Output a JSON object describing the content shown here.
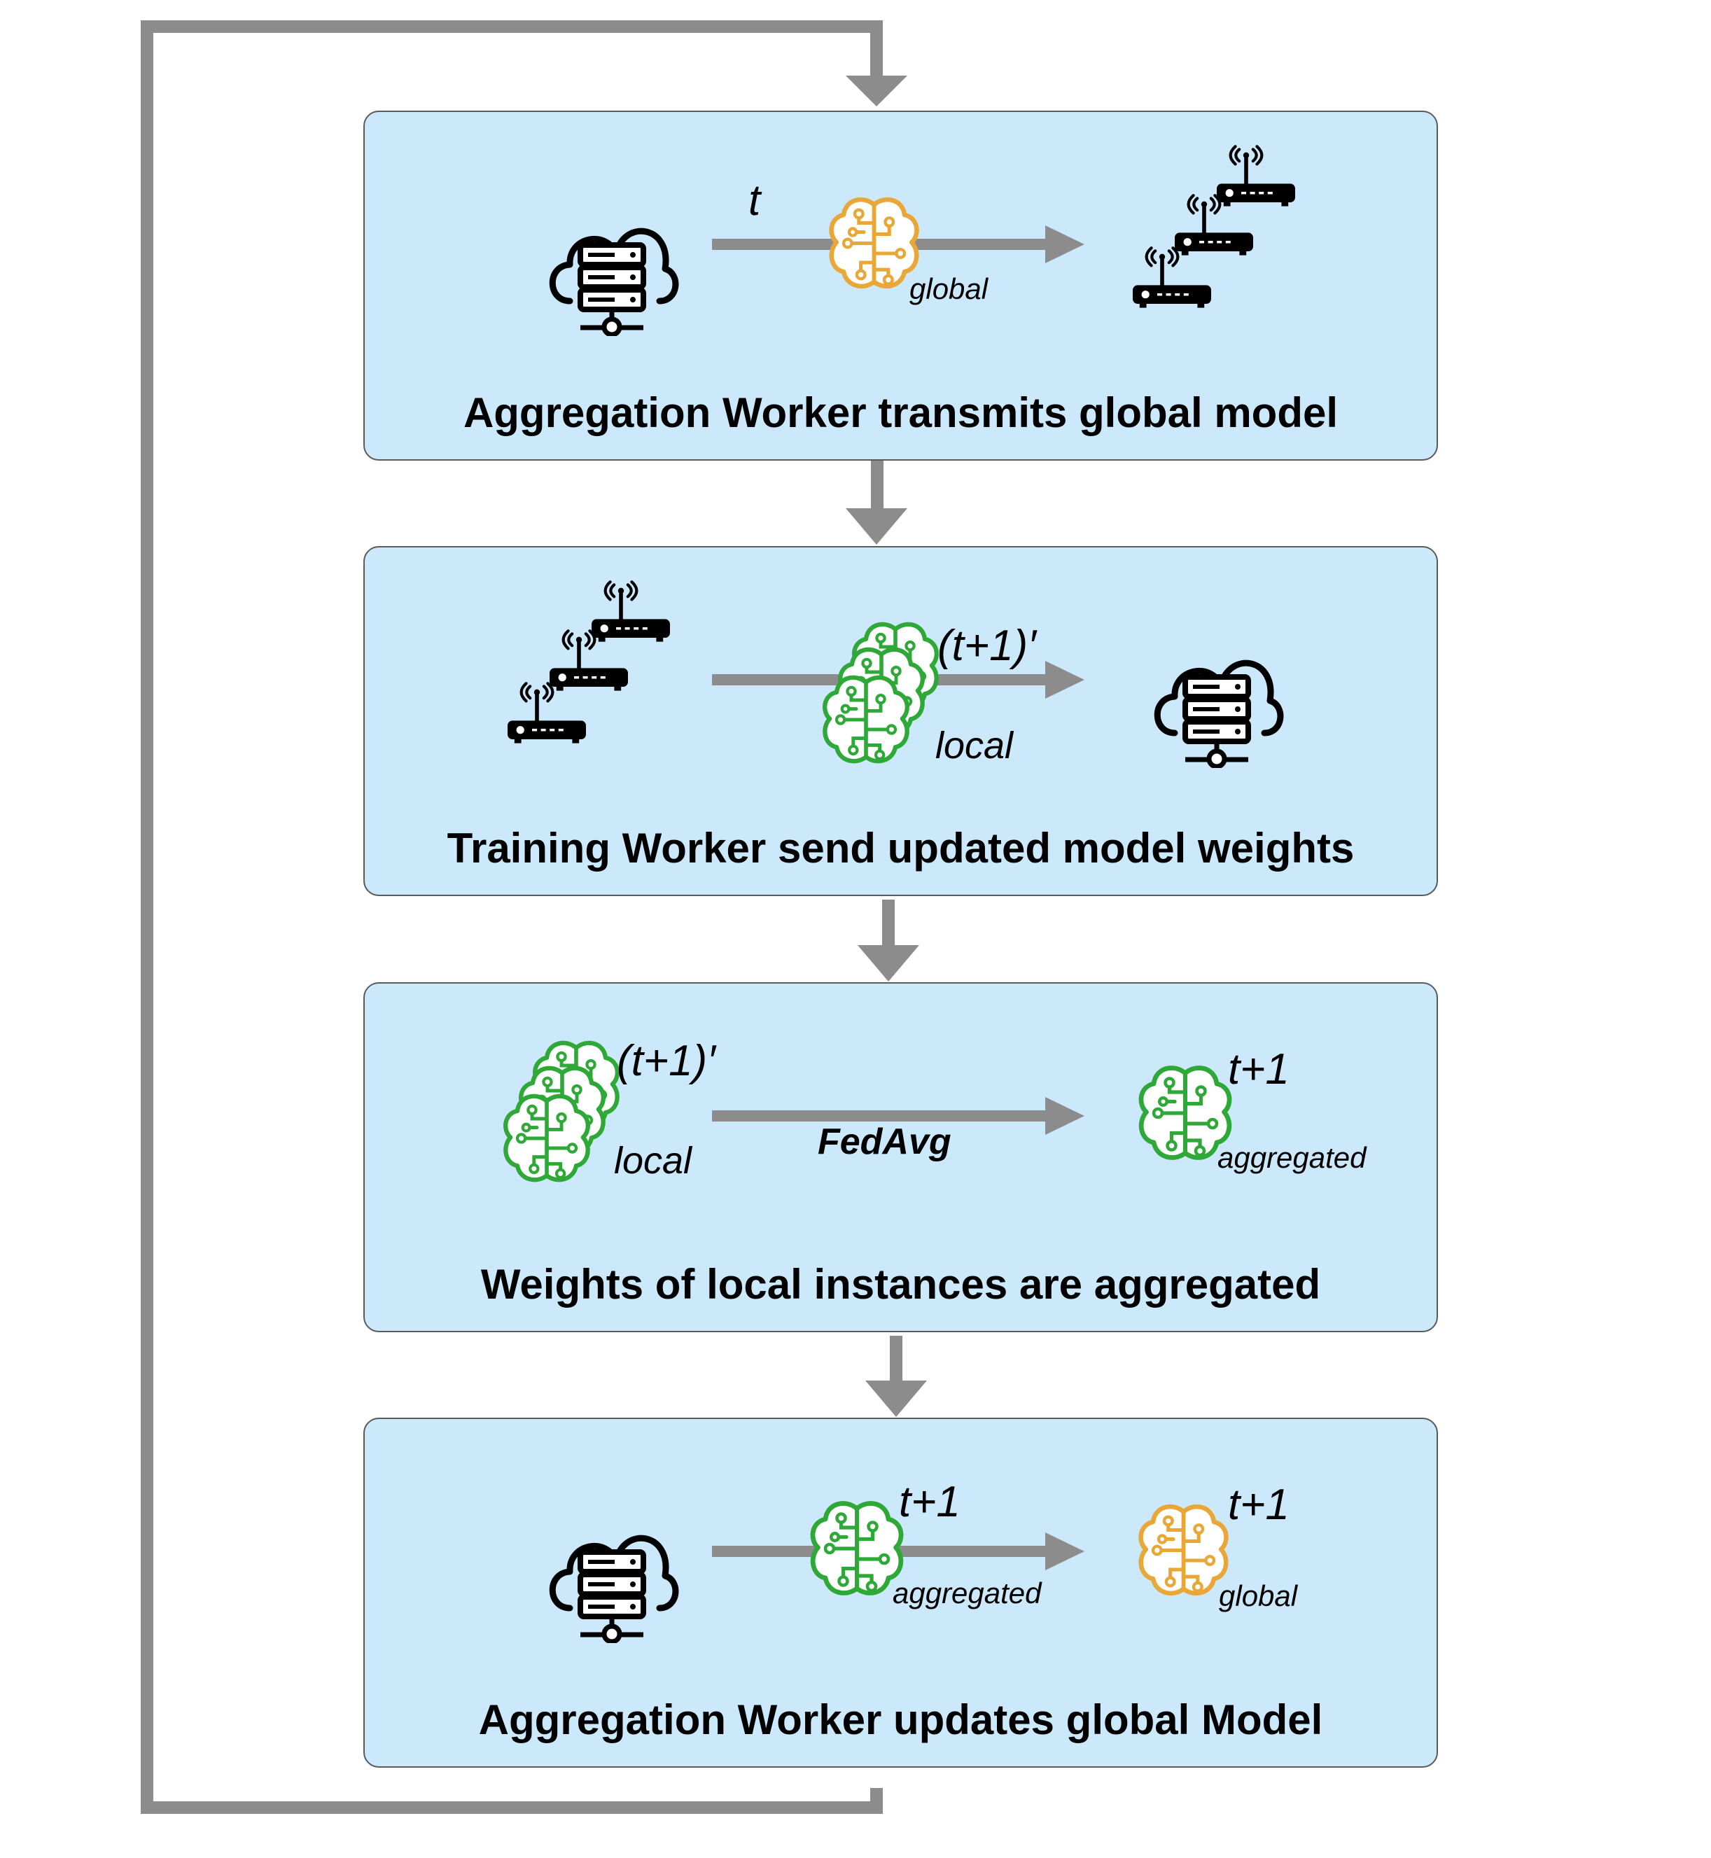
{
  "colors": {
    "panel_fill": "#cce8fb",
    "arrow": "#8c8c8c",
    "global_model": "#e9a737",
    "local_model": "#2ea836",
    "device": "#000000"
  },
  "steps": [
    {
      "caption": "Aggregation Worker transmits global model",
      "sender_icon": "cloud-server-icon",
      "receiver_icon": "router-stack-icon",
      "model_icon": "brain-global-icon",
      "sup": "t",
      "sub": "global"
    },
    {
      "caption": "Training Worker send updated model weights",
      "sender_icon": "router-stack-icon",
      "receiver_icon": "cloud-server-icon",
      "model_icon": "brain-local-stack-icon",
      "sup": "(t+1)′",
      "sub": "local"
    },
    {
      "caption": "Weights of local instances are aggregated",
      "input_icon": "brain-local-stack-icon",
      "input_sup": "(t+1)′",
      "input_sub": "local",
      "arrow_label": "FedAvg",
      "output_icon": "brain-aggregated-icon",
      "output_sup": "t+1",
      "output_sub": "aggregated"
    },
    {
      "caption": "Aggregation Worker updates global Model",
      "sender_icon": "cloud-server-icon",
      "model_icon": "brain-aggregated-icon",
      "model_sup": "t+1",
      "model_sub": "aggregated",
      "output_icon": "brain-global-icon",
      "output_sup": "t+1",
      "output_sub": "global"
    }
  ]
}
